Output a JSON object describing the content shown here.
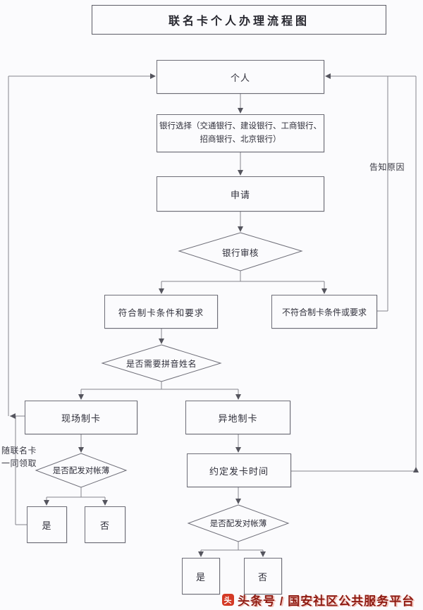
{
  "flow": {
    "title": "联名卡个人办理流程图",
    "nodes": {
      "person": "个人",
      "bank_select": "银行选择（交通银行、建设银行、工商银行、招商银行、北京银行）",
      "apply": "申请",
      "bank_review": "银行审核",
      "qualified": "符合制卡条件和要求",
      "not_qualified": "不符合制卡条件或要求",
      "need_pinyin": "是否需要拼音姓名",
      "onsite_card": "现场制卡",
      "remote_card": "异地制卡",
      "passbook_onsite": "是否配发对帐薄",
      "yes_onsite": "是",
      "no_onsite": "否",
      "schedule_issue": "约定发卡时间",
      "passbook_remote": "是否配发对帐薄",
      "yes_remote": "是",
      "no_remote": "否"
    },
    "edge_labels": {
      "inform_reason": "告知原因",
      "with_card_line1": "随联名卡",
      "with_card_line2": "一同领取"
    }
  },
  "watermark": {
    "icon_glyph": "头",
    "text": "头条号 / 国安社区公共服务平台"
  },
  "colors": {
    "line": "#85858d",
    "border": "#6e6e78",
    "watermark_red": "#8e1b12"
  }
}
